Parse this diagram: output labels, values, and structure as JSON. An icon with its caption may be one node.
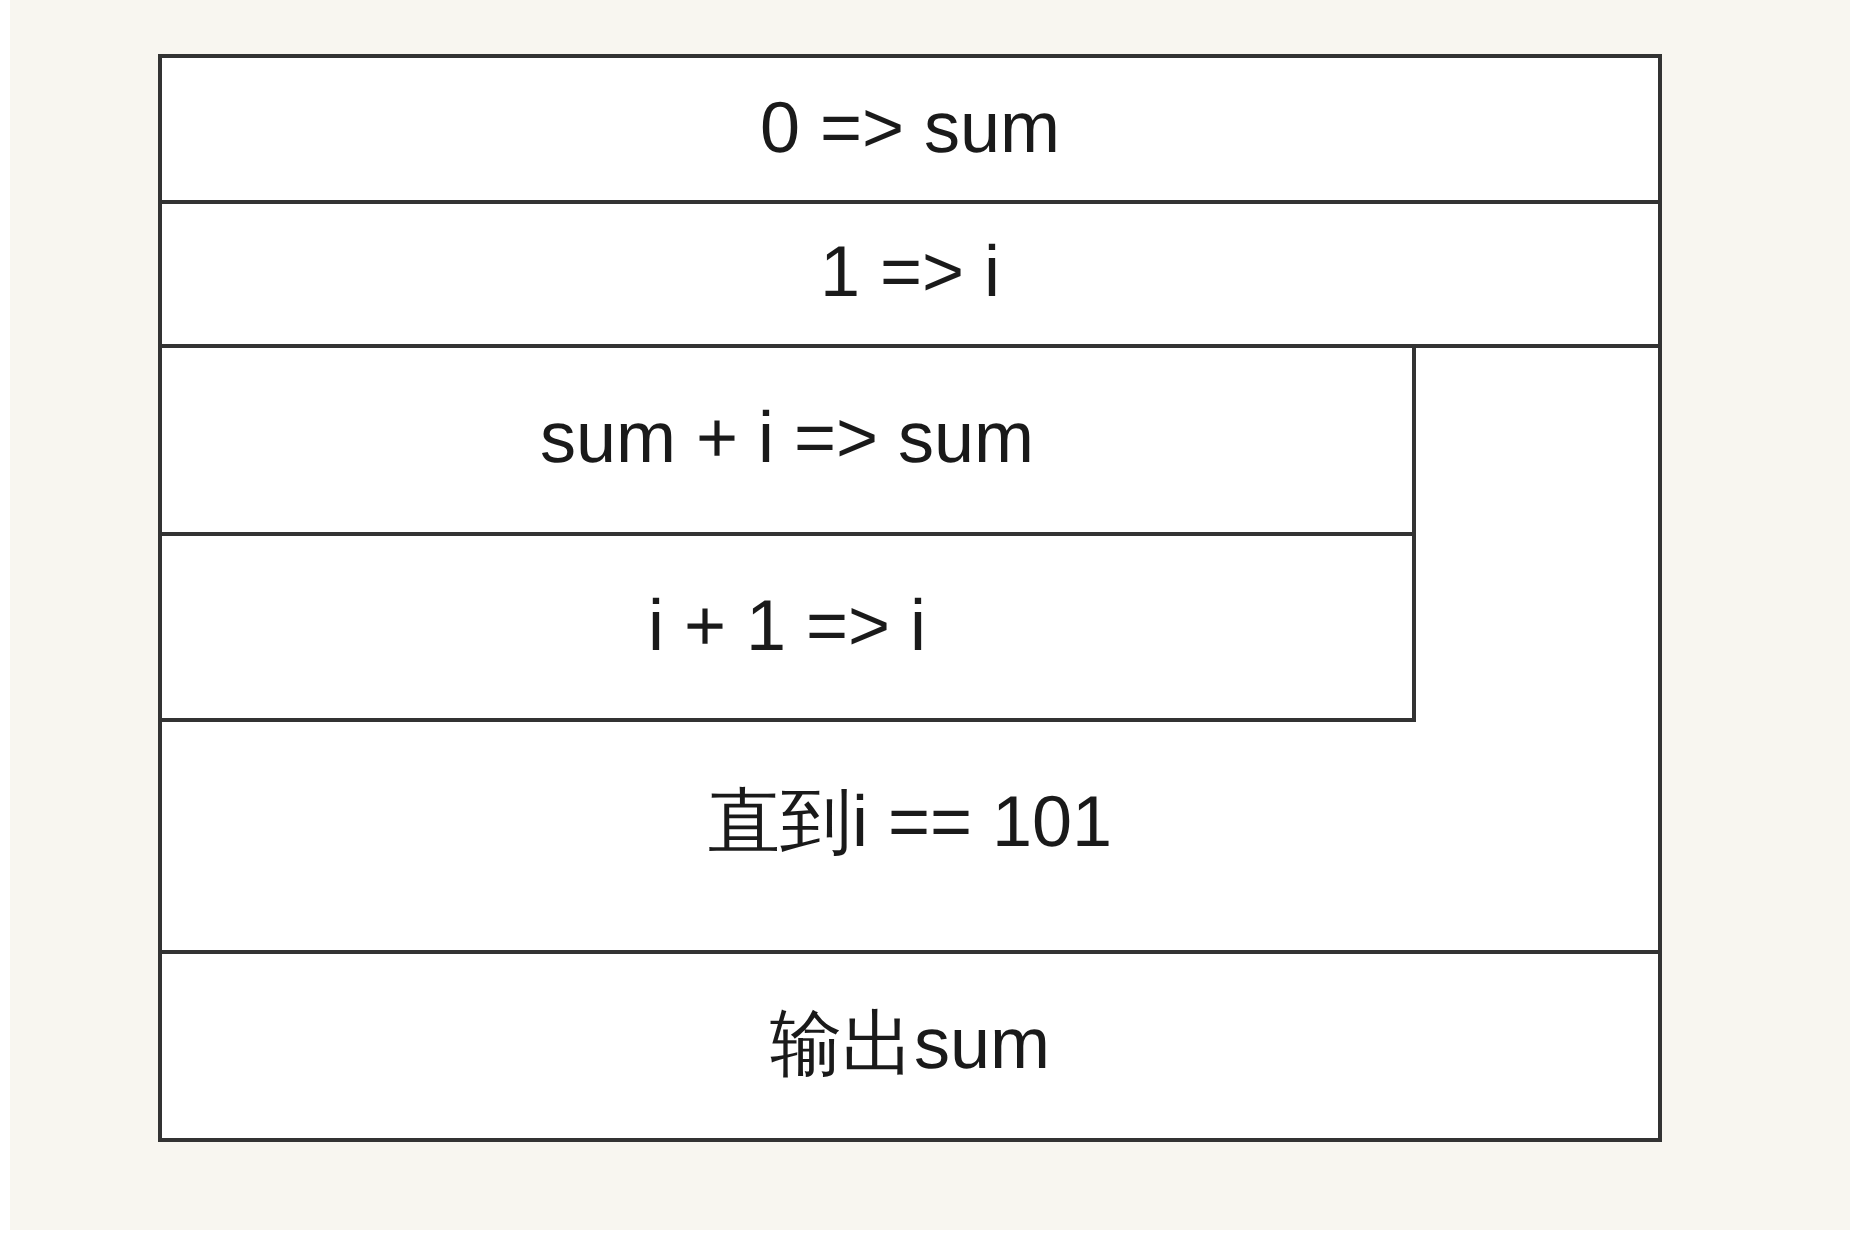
{
  "diagram": {
    "nodes": [
      {
        "text": [
          "0 => sum"
        ]
      },
      {
        "text": [
          "1 => i"
        ]
      },
      {
        "text": [
          "直到i == 101"
        ]
      },
      {
        "text": [
          "sum + i => sum"
        ],
        "in": 2
      },
      {
        "text": [
          "i + 1 => i"
        ],
        "in": 2
      },
      {
        "text": [
          "输出sum"
        ]
      }
    ]
  }
}
